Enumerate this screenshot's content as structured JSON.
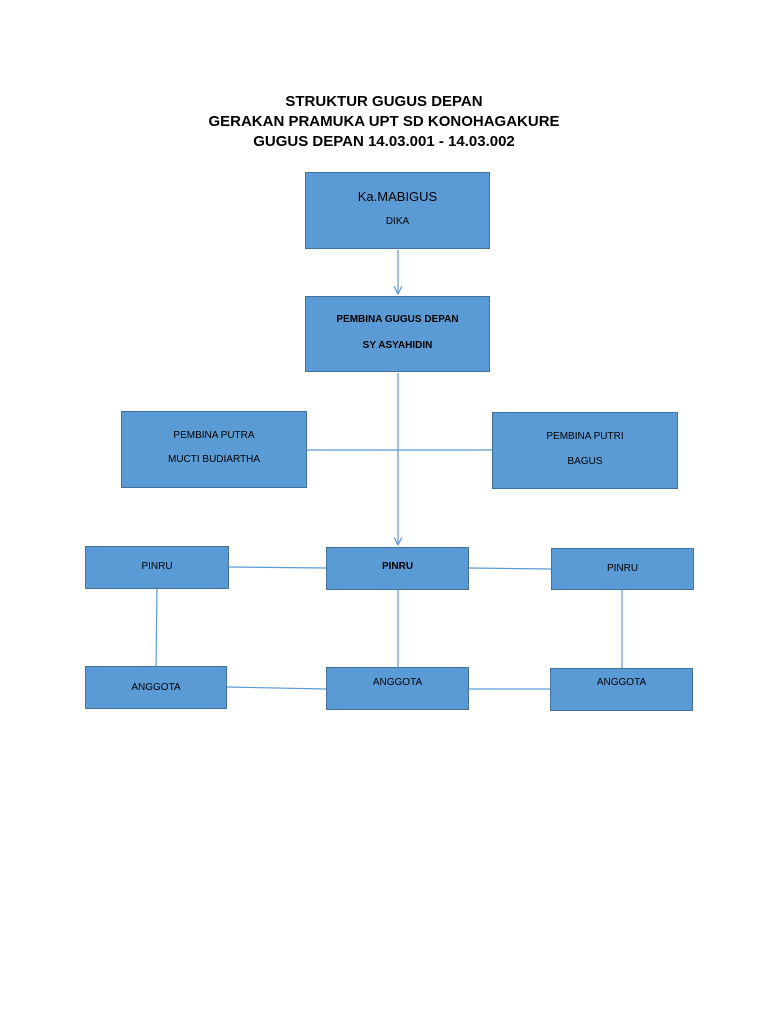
{
  "title": {
    "line1": "STRUKTUR GUGUS DEPAN",
    "line2": "GERAKAN PRAMUKA UPT SD KONOHAGAKURE",
    "line3": "GUGUS DEPAN 14.03.001 - 14.03.002"
  },
  "colors": {
    "box_fill": "#5b9bd5",
    "box_border": "#41719c",
    "connector": "#5b9bd5"
  },
  "nodes": {
    "mabigus": {
      "role": "Ka.MABIGUS",
      "name": "DIKA"
    },
    "pembina_gudep": {
      "role": "PEMBINA GUGUS DEPAN",
      "name": "SY ASYAHIDIN"
    },
    "pembina_putra": {
      "role": "PEMBINA PUTRA",
      "name": "MUCTI BUDIARTHA"
    },
    "pembina_putri": {
      "role": "PEMBINA PUTRI",
      "name": "BAGUS"
    },
    "pinru_left": {
      "label": "PINRU"
    },
    "pinru_center": {
      "label": "PINRU"
    },
    "pinru_right": {
      "label": "PINRU"
    },
    "anggota_left": {
      "label": "ANGGOTA"
    },
    "anggota_center": {
      "label": "ANGGOTA"
    },
    "anggota_right": {
      "label": "ANGGOTA"
    }
  }
}
